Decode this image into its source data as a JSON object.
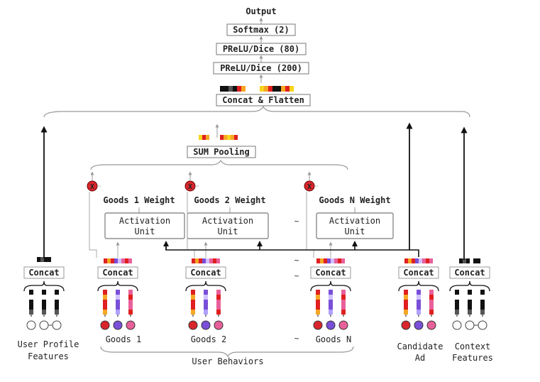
{
  "top_stack": {
    "output": "Output",
    "softmax": "Softmax (2)",
    "prelu_80": "PReLU/Dice (80)",
    "prelu_200": "PReLU/Dice (200)",
    "concat_flatten": "Concat & Flatten"
  },
  "sum_pooling": "SUM Pooling",
  "goods_weights": [
    "Goods 1 Weight",
    "Goods 2 Weight",
    "Goods N Weight"
  ],
  "activation_unit": {
    "line1": "Activation",
    "line2": "Unit"
  },
  "multiply_symbol": "X",
  "concat_label": "Concat",
  "ellipsis": "~",
  "bottom": {
    "user_profile": [
      "User Profile",
      "Features"
    ],
    "goods": [
      "Goods 1",
      "Goods 2",
      "Goods N"
    ],
    "user_behaviors": "User Behaviors",
    "candidate_ad": [
      "Candidate",
      "Ad"
    ],
    "context": [
      "Context",
      "Features"
    ]
  },
  "colors": {
    "red": "#e02020",
    "purple": "#7a4fd8",
    "pink": "#e8609a",
    "orange": "#f5a623",
    "yellow": "#f7d51d",
    "black": "#111111",
    "node_red": "#d9262c"
  }
}
